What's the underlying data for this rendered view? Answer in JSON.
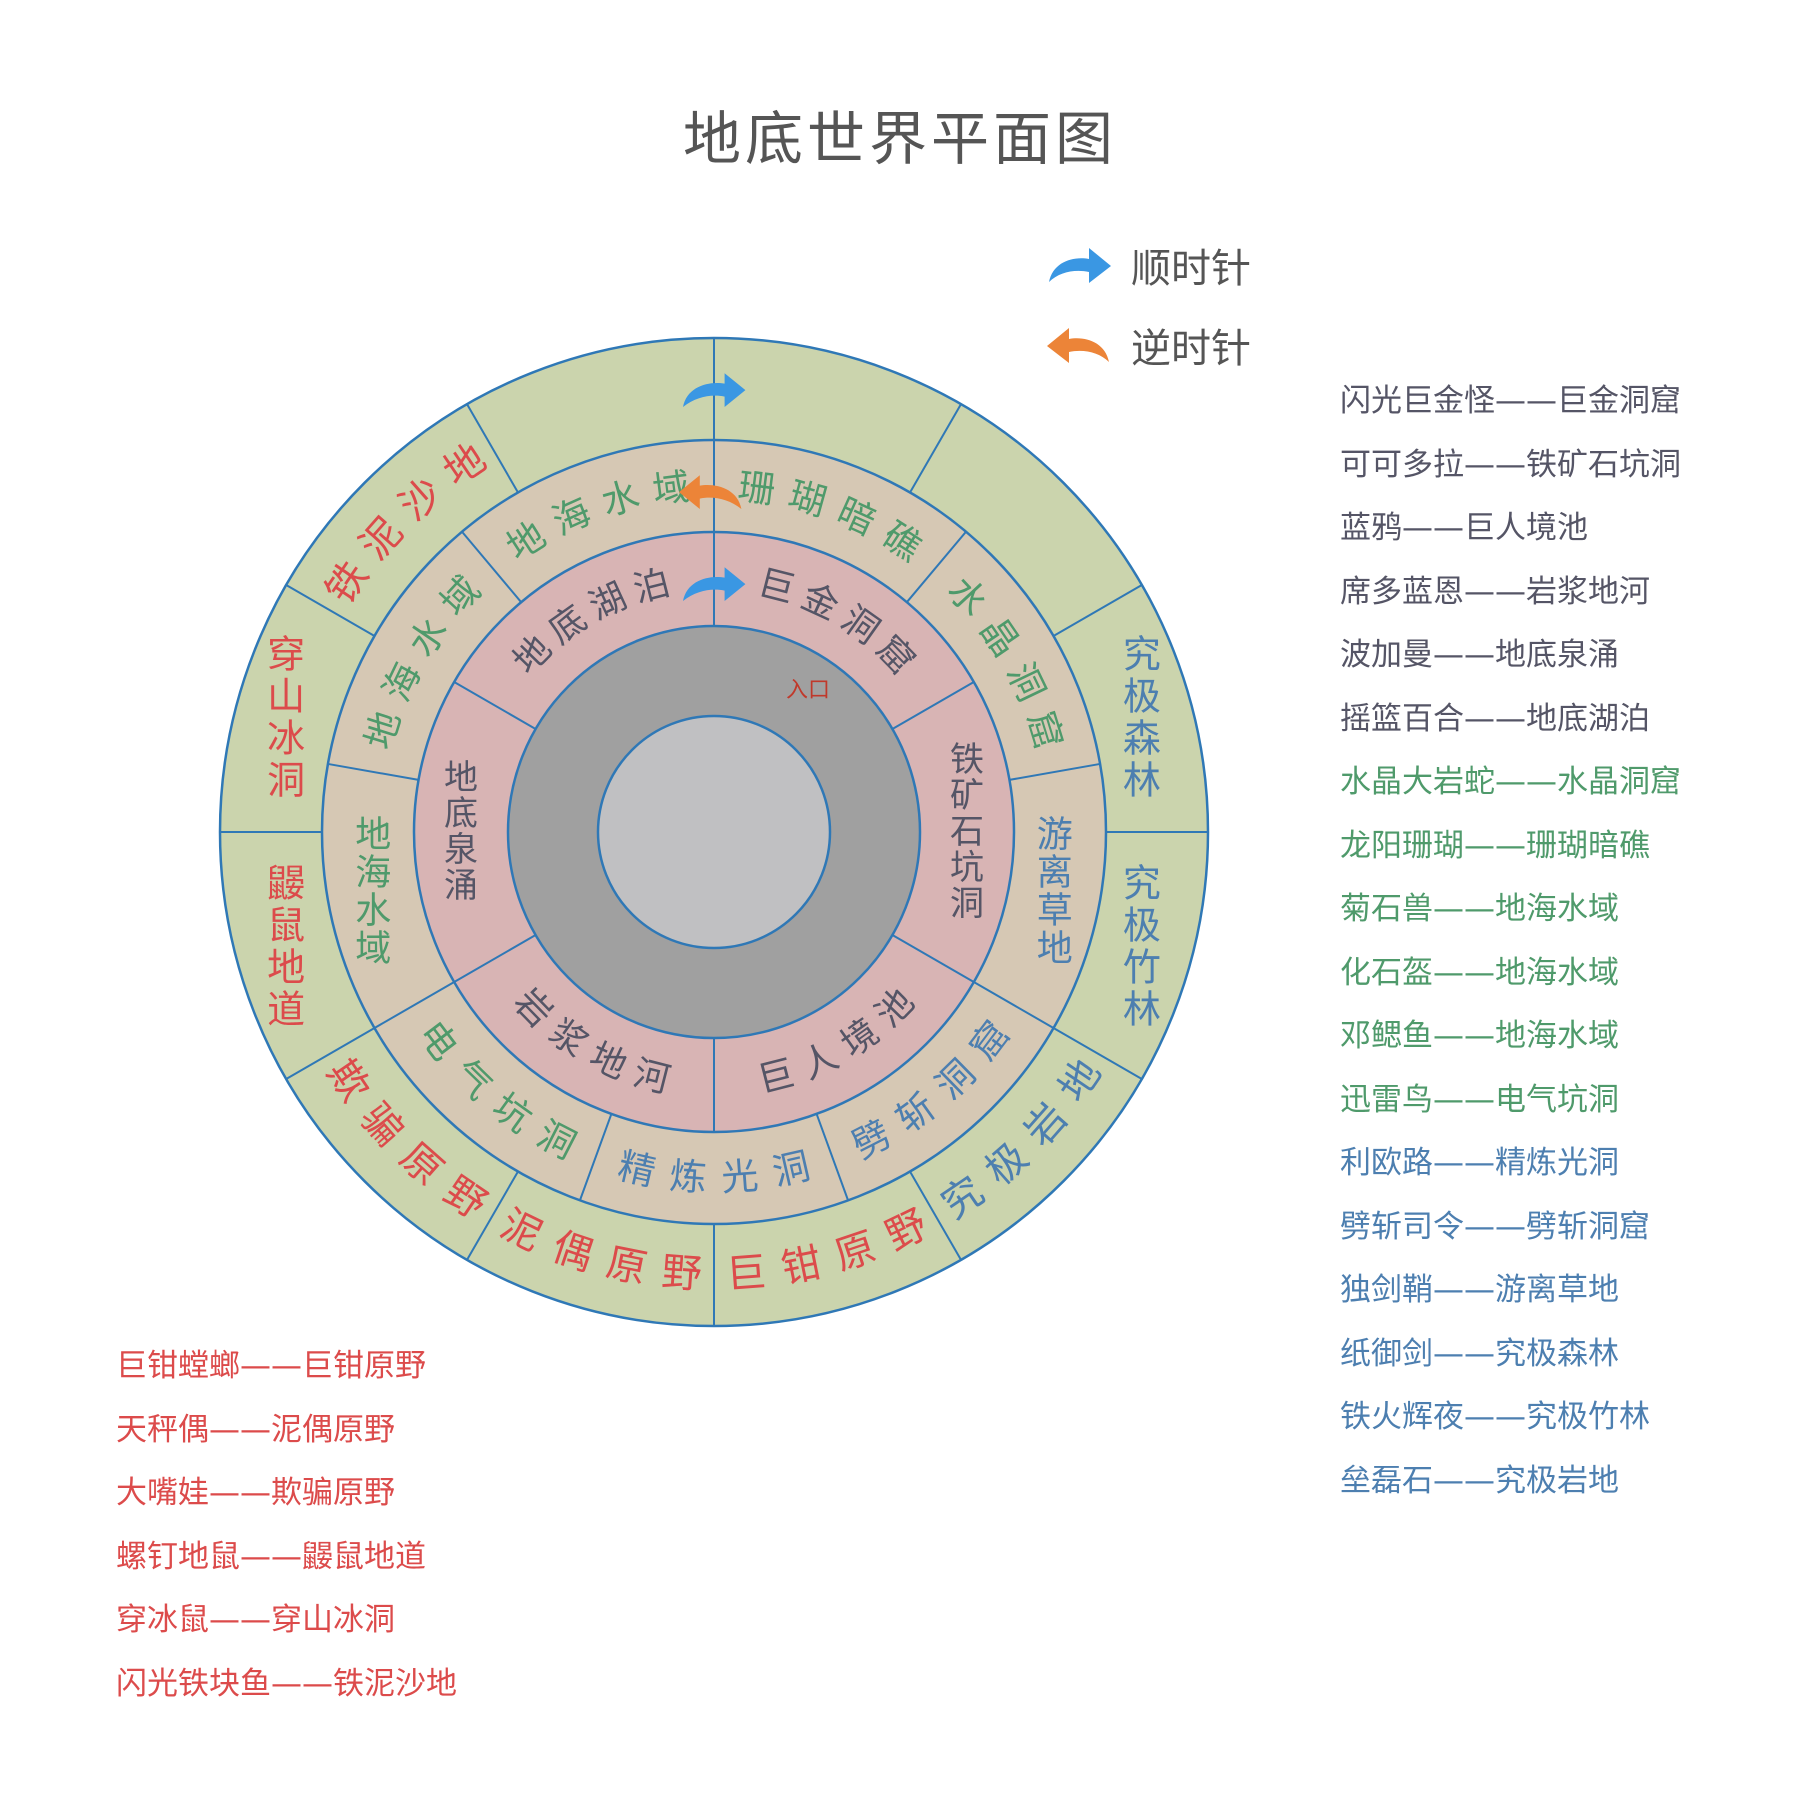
{
  "title": "地底世界平面图",
  "legend": {
    "clockwise": "顺时针",
    "counterclockwise": "逆时针"
  },
  "colors": {
    "outer_ring": "#cbd4ad",
    "middle_ring": "#d6c8b4",
    "inner_ring": "#d8b4b4",
    "core_ring": "#a0a0a0",
    "center": "#c0c0c2",
    "divider": "#2f78b6",
    "red_text": "#dc4b4b",
    "green_text": "#4f9a6b",
    "blue_text": "#4d7fb0",
    "dark_text": "#555566",
    "arrow_clockwise": "#3a97e3",
    "arrow_counterclockwise": "#ec8438"
  },
  "map": {
    "entrance": "入口",
    "inner_ring": [
      {
        "name": "巨金洞窟"
      },
      {
        "name": "铁矿石坑洞"
      },
      {
        "name": "巨人境池"
      },
      {
        "name": "岩浆地河"
      },
      {
        "name": "地底泉涌"
      },
      {
        "name": "地底湖泊"
      }
    ],
    "middle_ring": [
      {
        "name": "珊瑚暗礁"
      },
      {
        "name": "水晶洞窟"
      },
      {
        "name": "游离草地"
      },
      {
        "name": "劈斩洞窟"
      },
      {
        "name": "精炼光洞"
      },
      {
        "name": "电气坑洞"
      },
      {
        "name": "地海水域"
      },
      {
        "name": "地海水域"
      },
      {
        "name": "地海水域"
      }
    ],
    "outer_ring": [
      {
        "name": ""
      },
      {
        "name": ""
      },
      {
        "name": "究极森林"
      },
      {
        "name": "究极竹林"
      },
      {
        "name": "究极岩地"
      },
      {
        "name": "巨钳原野"
      },
      {
        "name": "泥偶原野"
      },
      {
        "name": "欺骗原野"
      },
      {
        "name": "鼹鼠地道"
      },
      {
        "name": "穿山冰洞"
      },
      {
        "name": "铁泥沙地"
      },
      {
        "name": ""
      }
    ]
  },
  "key_left": [
    {
      "text": "巨钳螳螂——巨钳原野"
    },
    {
      "text": "天秤偶——泥偶原野"
    },
    {
      "text": "大嘴娃——欺骗原野"
    },
    {
      "text": "螺钉地鼠——鼹鼠地道"
    },
    {
      "text": "穿冰鼠——穿山冰洞"
    },
    {
      "text": "闪光铁块鱼——铁泥沙地"
    }
  ],
  "key_right": [
    {
      "text": "闪光巨金怪——巨金洞窟",
      "tone": "dark"
    },
    {
      "text": "可可多拉——铁矿石坑洞",
      "tone": "dark"
    },
    {
      "text": "蓝鸦——巨人境池",
      "tone": "dark"
    },
    {
      "text": "席多蓝恩——岩浆地河",
      "tone": "dark"
    },
    {
      "text": "波加曼——地底泉涌",
      "tone": "dark"
    },
    {
      "text": "摇篮百合——地底湖泊",
      "tone": "dark"
    },
    {
      "text": "水晶大岩蛇——水晶洞窟",
      "tone": "green"
    },
    {
      "text": "龙阳珊瑚——珊瑚暗礁",
      "tone": "green"
    },
    {
      "text": "菊石兽——地海水域",
      "tone": "green"
    },
    {
      "text": "化石盔——地海水域",
      "tone": "green"
    },
    {
      "text": "邓鳃鱼——地海水域",
      "tone": "green"
    },
    {
      "text": "迅雷鸟——电气坑洞",
      "tone": "green"
    },
    {
      "text": "利欧路——精炼光洞",
      "tone": "blue"
    },
    {
      "text": "劈斩司令——劈斩洞窟",
      "tone": "blue"
    },
    {
      "text": "独剑鞘——游离草地",
      "tone": "blue"
    },
    {
      "text": "纸御剑——究极森林",
      "tone": "blue"
    },
    {
      "text": "铁火辉夜——究极竹林",
      "tone": "blue"
    },
    {
      "text": "垒磊石——究极岩地",
      "tone": "blue"
    }
  ]
}
